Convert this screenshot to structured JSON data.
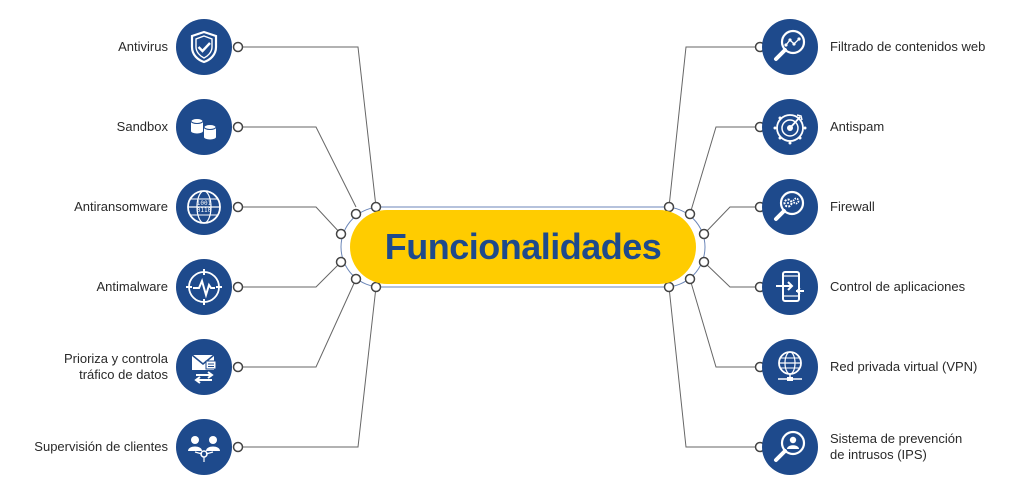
{
  "title": "Funcionalidades",
  "colors": {
    "icon_bg": "#1e4a8c",
    "pill": "#ffcc00",
    "title": "#1e4a8c",
    "line": "#555555"
  },
  "left_items": [
    {
      "label": "Antivirus",
      "icon": "shield-check-icon"
    },
    {
      "label": "Sandbox",
      "icon": "sandbox-icon"
    },
    {
      "label": "Antiransomware",
      "icon": "binary-globe-icon"
    },
    {
      "label": "Antimalware",
      "icon": "pulse-icon"
    },
    {
      "label_line1": "Prioriza y controla",
      "label_line2": "tráfico de datos",
      "icon": "mail-arrows-icon"
    },
    {
      "label": "Supervisión de clientes",
      "icon": "users-network-icon"
    }
  ],
  "right_items": [
    {
      "label": "Filtrado de contenidos web",
      "icon": "magnifier-network-icon"
    },
    {
      "label": "Antispam",
      "icon": "target-icon"
    },
    {
      "label": "Firewall",
      "icon": "gears-magnifier-icon"
    },
    {
      "label": "Control de aplicaciones",
      "icon": "mobile-app-icon"
    },
    {
      "label": "Red privada virtual (VPN)",
      "icon": "globe-network-icon"
    },
    {
      "label_line1": "Sistema de prevención",
      "label_line2": "de intrusos (IPS)",
      "icon": "magnifier-user-icon"
    }
  ]
}
